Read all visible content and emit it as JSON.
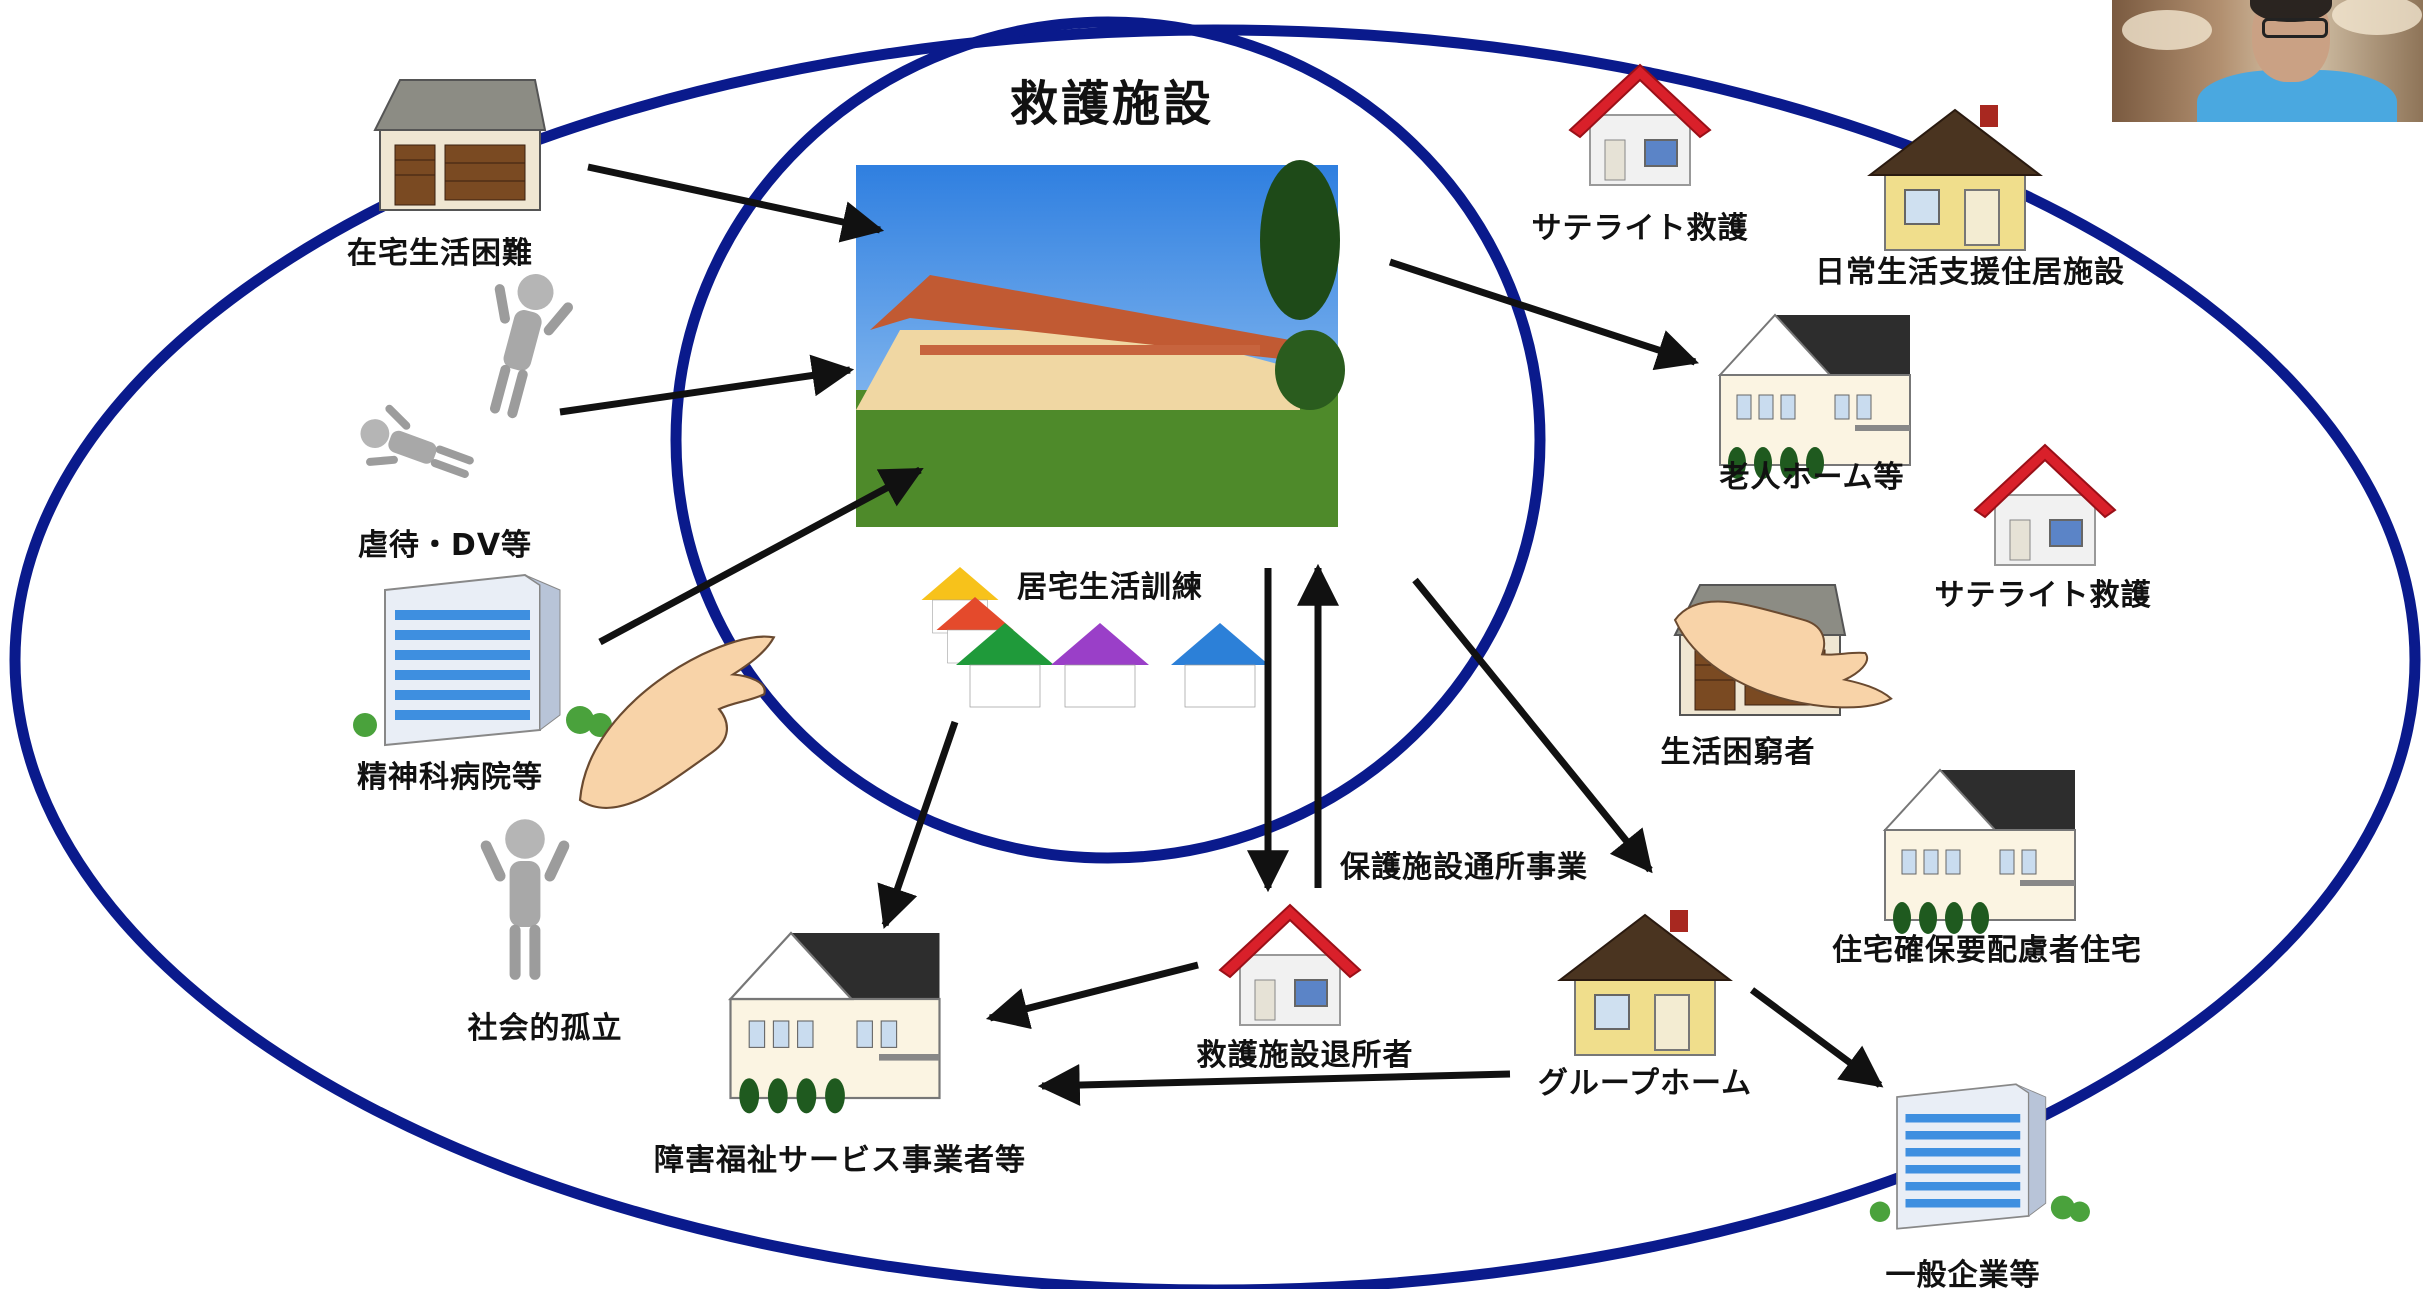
{
  "diagram": {
    "title": "救護施設",
    "colors": {
      "ellipse_stroke": "#0a1a8c",
      "arrow": "#111111",
      "roof_red": "#d9202a",
      "hand_skin": "#f8d3a8"
    },
    "labels": {
      "home_difficulty": "在宅生活困難",
      "abuse_dv": "虐待・DV等",
      "psychiatric_hospital": "精神科病院等",
      "social_isolation": "社会的孤立",
      "home_living_training": "居宅生活訓練",
      "satellite_1": "サテライト救護",
      "daily_living_support": "日常生活支援住居施設",
      "elderly_home": "老人ホーム等",
      "satellite_2": "サテライト救護",
      "poor": "生活困窮者",
      "housing_secured": "住宅確保要配慮者住宅",
      "day_service": "保護施設通所事業",
      "discharged": "救護施設退所者",
      "group_home": "グループホーム",
      "welfare_provider": "障害福祉サービス事業者等",
      "general_company": "一般企業等"
    }
  }
}
